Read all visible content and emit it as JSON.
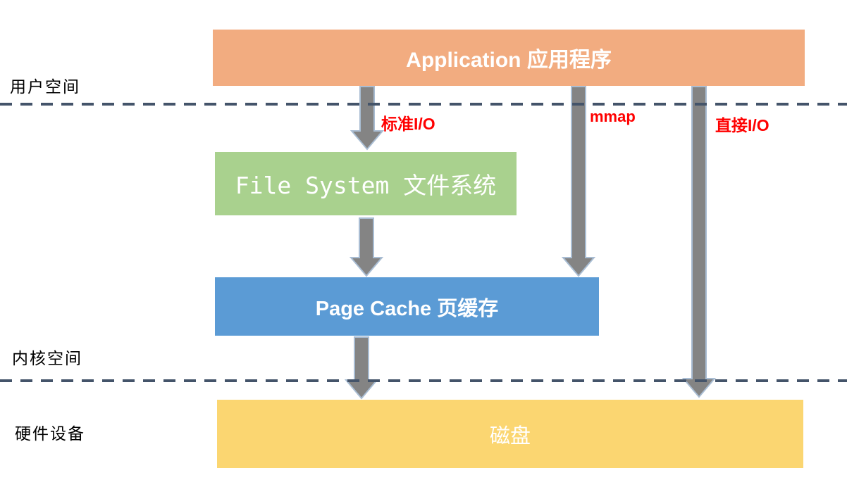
{
  "diagram": {
    "boxes": {
      "application": {
        "label": "Application 应用程序",
        "color": "#F2AC80"
      },
      "file_system": {
        "label": "File System 文件系统",
        "color": "#A9D18E"
      },
      "page_cache": {
        "label": "Page Cache 页缓存",
        "color": "#5B9BD5"
      },
      "disk": {
        "label": "磁盘",
        "color": "#FBD671"
      }
    },
    "zones": {
      "user_space": "用户空间",
      "kernel_space": "内核空间",
      "hardware": "硬件设备"
    },
    "io_paths": {
      "standard_io": "标准I/O",
      "mmap": "mmap",
      "direct_io": "直接I/O"
    },
    "colors": {
      "box_text": "#FFFFFF",
      "io_label": "#FF0000",
      "arrow_fill": "#848484",
      "arrow_stroke": "#A9BDD3",
      "dashed_line": "#44546A"
    }
  }
}
